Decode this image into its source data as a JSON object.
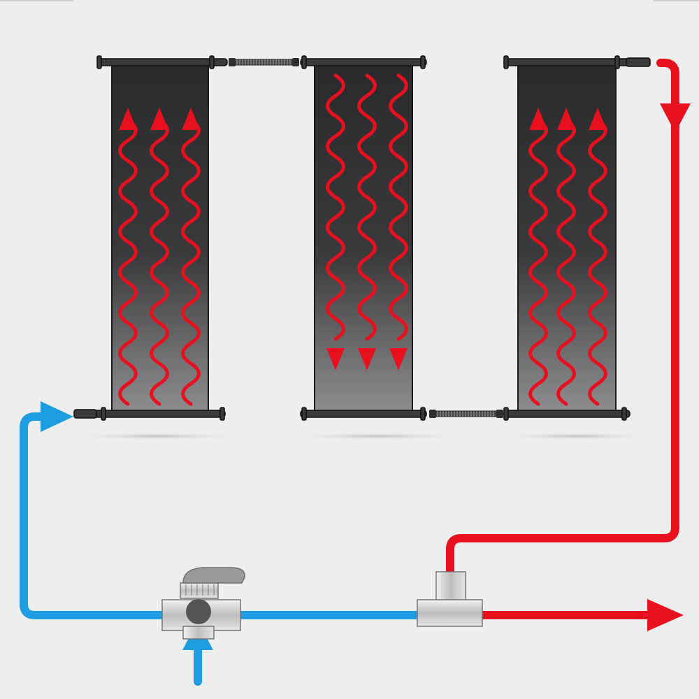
{
  "diagram": {
    "description_visible_text": "",
    "colors": {
      "background": "#eeeeee",
      "cold_flow": "#1e9ee0",
      "hot_flow": "#e8101e",
      "panel_dark": "#2a2a2c",
      "panel_light": "#8d8d8f",
      "header_pipe": "#3a3a3a",
      "fitting": "#c8c8c8"
    },
    "panels": [
      {
        "id": "panel-1",
        "flow_direction": "up",
        "wave_count": 3
      },
      {
        "id": "panel-2",
        "flow_direction": "down",
        "wave_count": 3
      },
      {
        "id": "panel-3",
        "flow_direction": "up",
        "wave_count": 3
      }
    ],
    "components": {
      "three_way_valve": "valve",
      "tee_fitting": "tee"
    },
    "icons": [
      "cold-inlet-arrow-icon",
      "hot-return-arrow-icon",
      "hot-outlet-arrow-icon",
      "pump-inlet-arrow-icon"
    ]
  }
}
